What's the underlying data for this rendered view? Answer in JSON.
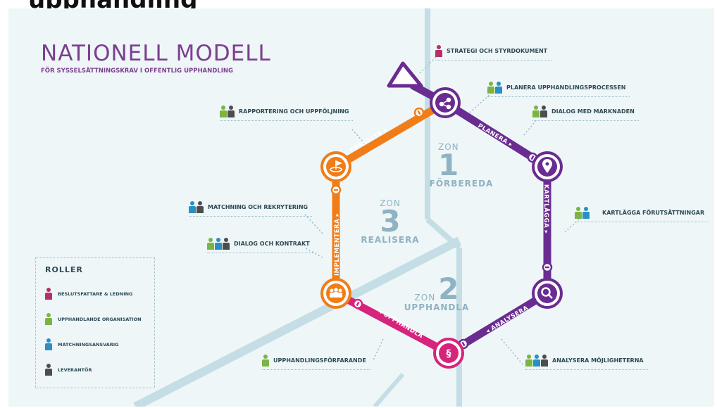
{
  "header_fragment": "upphandling",
  "title": "NATIONELL MODELL",
  "subtitle": "FÖR SYSSELSÄTTNINGSKRAV I OFFENTLIG UPPHANDLING",
  "zones": [
    {
      "label": "ZON",
      "number": "1",
      "name": "FÖRBEREDA"
    },
    {
      "label": "ZON",
      "number": "2",
      "name": "UPPHANDLA"
    },
    {
      "label": "ZON",
      "number": "3",
      "name": "REALISERA"
    }
  ],
  "tracks": {
    "planera": "PLANERA",
    "kartlagga": "KARTLÄGGA",
    "analysera": "ANALYSERA",
    "upphandla": "UPPHANDLA",
    "implementera": "IMPLEMENTERA",
    "forvalta": "FÖRVALTA"
  },
  "activities": [
    {
      "text": "STRATEGI OCH STYRDOKUMENT",
      "roles": [
        "beslut"
      ]
    },
    {
      "text": "PLANERA UPPHANDLINGSPROCESSEN",
      "roles": [
        "upph",
        "match"
      ]
    },
    {
      "text": "DIALOG MED MARKNADEN",
      "roles": [
        "upph",
        "lev"
      ]
    },
    {
      "text": "KARTLÄGGA FÖRUTSÄTTNINGAR",
      "roles": [
        "upph",
        "match"
      ]
    },
    {
      "text": "ANALYSERA MÖJLIGHETERNA",
      "roles": [
        "upph",
        "match",
        "lev"
      ]
    },
    {
      "text": "UPPHANDLINGSFÖRFARANDE",
      "roles": [
        "upph"
      ]
    },
    {
      "text": "DIALOG OCH KONTRAKT",
      "roles": [
        "upph",
        "match",
        "lev"
      ]
    },
    {
      "text": "MATCHNING OCH REKRYTERING",
      "roles": [
        "match",
        "lev"
      ]
    },
    {
      "text": "RAPPORTERING OCH UPPFÖLJNING",
      "roles": [
        "upph",
        "lev"
      ]
    }
  ],
  "legend": {
    "title": "ROLLER",
    "items": [
      {
        "text": "BESLUTSFATTARE & LEDNING",
        "color": "#b5306a"
      },
      {
        "text": "UPPHANDLANDE ORGANISATION",
        "color": "#7cb342"
      },
      {
        "text": "MATCHNINGSANSVARIG",
        "color": "#2a8fc1"
      },
      {
        "text": "LEVERANTÖR",
        "color": "#4d4d4d"
      }
    ]
  },
  "colors": {
    "purple": "#6a2c91",
    "pink": "#d6247d",
    "orange": "#f07d18",
    "beslut": "#b5306a",
    "upph": "#7cb342",
    "match": "#2a8fc1",
    "lev": "#4d4d4d"
  },
  "icons": [
    "compass-icon",
    "share-icon",
    "map-pin-icon",
    "magnifier-icon",
    "paragraph-icon",
    "people-icon",
    "goal-icon"
  ]
}
